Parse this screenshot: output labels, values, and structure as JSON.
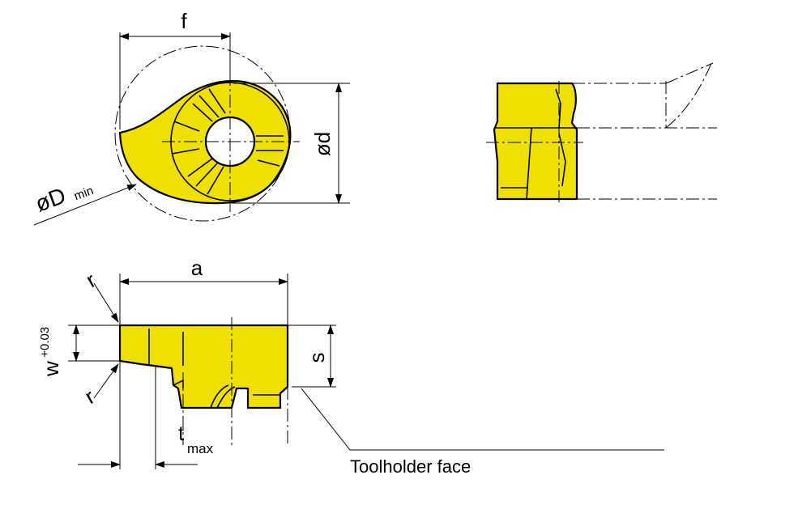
{
  "colors": {
    "part_fill": "#f0e000",
    "line": "#000000",
    "background": "#ffffff"
  },
  "labels": {
    "f": "f",
    "d_min_main": "øD",
    "d_min_sub": "min",
    "d": "ød",
    "a": "a",
    "r_top": "r",
    "r_bottom": "r",
    "w_main": "w",
    "w_sup": "+0.03",
    "s": "s",
    "t_main": "t",
    "t_sub": "max",
    "toolholder_face": "Toolholder face"
  }
}
